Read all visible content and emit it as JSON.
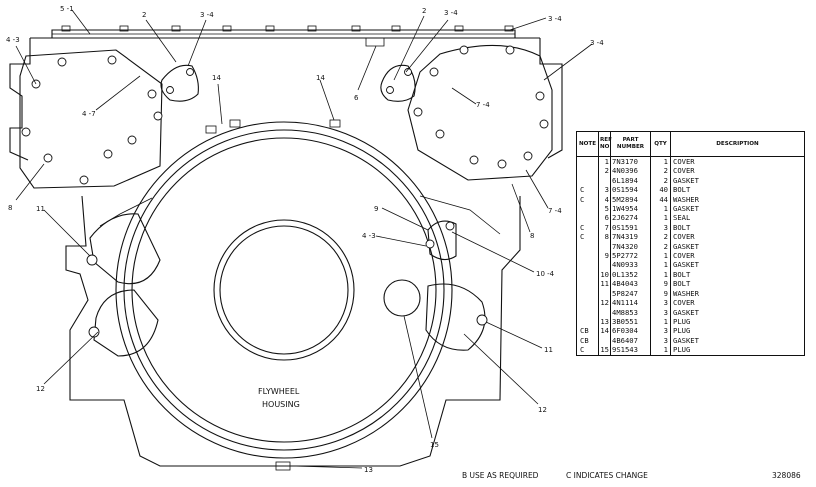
{
  "callouts": {
    "c5_1": "5 -1",
    "c2_left": "2",
    "c3_4_left": "3 -4",
    "c4_3_topleft": "4 -3",
    "c4_7": "4 -7",
    "c8_left": "8",
    "c14_left": "14",
    "c14_right": "14",
    "c6": "6",
    "c2_right": "2",
    "c3_4_right_a": "3 -4",
    "c3_4_right_b": "3 -4",
    "c3_4_farright": "3 -4",
    "c7_4_upper": "7 -4",
    "c7_4_lower": "7 -4",
    "c8_right": "8",
    "c9": "9",
    "c4_3_mid": "4 -3",
    "c10_4": "10 -4",
    "c11_left": "11",
    "c11_right": "11",
    "c12_left": "12",
    "c12_right": "12",
    "c15": "15",
    "c13": "13"
  },
  "housing": {
    "line1": "FLYWHEEL",
    "line2": "HOUSING"
  },
  "table": {
    "headers": {
      "note": "NOTE",
      "ref": "REF NO",
      "part": "PART NUMBER",
      "qty": "QTY",
      "desc": "DESCRIPTION"
    },
    "rows": [
      {
        "note": "",
        "ref": "1",
        "part": "7N3170",
        "qty": "1",
        "desc": "COVER"
      },
      {
        "note": "",
        "ref": "2",
        "part": "4N0396",
        "qty": "2",
        "desc": "COVER"
      },
      {
        "note": "",
        "ref": "",
        "part": "6L1894",
        "qty": "2",
        "desc": "GASKET"
      },
      {
        "note": "C",
        "ref": "3",
        "part": "0S1594",
        "qty": "40",
        "desc": "BOLT"
      },
      {
        "note": "C",
        "ref": "4",
        "part": "5M2894",
        "qty": "44",
        "desc": "WASHER"
      },
      {
        "note": "",
        "ref": "5",
        "part": "1W4954",
        "qty": "1",
        "desc": "GASKET"
      },
      {
        "note": "",
        "ref": "6",
        "part": "2J6274",
        "qty": "1",
        "desc": "SEAL"
      },
      {
        "note": "C",
        "ref": "7",
        "part": "0S1591",
        "qty": "3",
        "desc": "BOLT"
      },
      {
        "note": "C",
        "ref": "8",
        "part": "7N4319",
        "qty": "2",
        "desc": "COVER"
      },
      {
        "note": "",
        "ref": "",
        "part": "7N4320",
        "qty": "2",
        "desc": "GASKET"
      },
      {
        "note": "",
        "ref": "9",
        "part": "5P2772",
        "qty": "1",
        "desc": "COVER"
      },
      {
        "note": "",
        "ref": "",
        "part": "4N0933",
        "qty": "1",
        "desc": "GASKET"
      },
      {
        "note": "",
        "ref": "10",
        "part": "0L1352",
        "qty": "1",
        "desc": "BOLT"
      },
      {
        "note": "",
        "ref": "11",
        "part": "4B4043",
        "qty": "9",
        "desc": "BOLT"
      },
      {
        "note": "",
        "ref": "",
        "part": "5P8247",
        "qty": "9",
        "desc": "WASHER"
      },
      {
        "note": "",
        "ref": "12",
        "part": "4N1114",
        "qty": "3",
        "desc": "COVER"
      },
      {
        "note": "",
        "ref": "",
        "part": "4M8853",
        "qty": "3",
        "desc": "GASKET"
      },
      {
        "note": "",
        "ref": "13",
        "part": "3B0551",
        "qty": "1",
        "desc": "PLUG"
      },
      {
        "note": "CB",
        "ref": "14",
        "part": "6F0304",
        "qty": "3",
        "desc": "PLUG"
      },
      {
        "note": "CB",
        "ref": "",
        "part": "4B6407",
        "qty": "3",
        "desc": "GASKET"
      },
      {
        "note": "C",
        "ref": "15",
        "part": "9S1543",
        "qty": "1",
        "desc": "PLUG"
      }
    ]
  },
  "footer": {
    "legend_b": "B   USE AS REQUIRED",
    "legend_c": "C   INDICATES CHANGE",
    "drawing_number": "328086"
  }
}
